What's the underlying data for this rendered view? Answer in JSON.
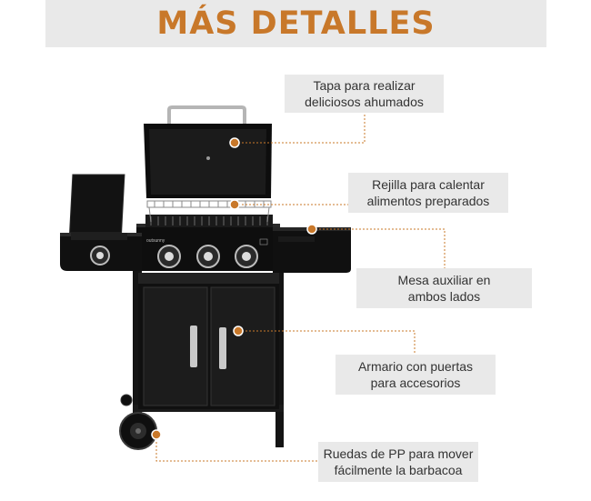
{
  "header": {
    "title": "MÁS DETALLES"
  },
  "theme": {
    "accent": "#c8782a",
    "box_bg": "#e9e9e9",
    "grill": "#111111"
  },
  "grill": {
    "brand_badge": "outsunny"
  },
  "features": [
    {
      "line1": "Tapa para realizar",
      "line2": "deliciosos ahumados"
    },
    {
      "line1": "Rejilla para calentar",
      "line2": "alimentos preparados"
    },
    {
      "line1": "Mesa auxiliar en",
      "line2": "ambos lados"
    },
    {
      "line1": "Armario con puertas",
      "line2": "para accesorios"
    },
    {
      "line1": "Ruedas de PP para mover",
      "line2": "fácilmente la barbacoa"
    }
  ]
}
